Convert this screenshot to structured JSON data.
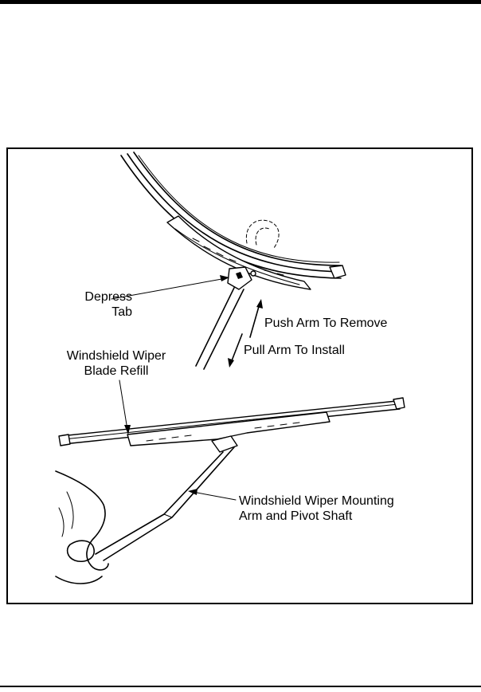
{
  "figure": {
    "labels": {
      "depress_tab": [
        "Depress",
        "Tab"
      ],
      "push_arm": "Push Arm To Remove",
      "pull_arm": "Pull Arm To Install",
      "blade_refill": [
        "Windshield Wiper",
        "Blade Refill"
      ],
      "mounting_arm": [
        "Windshield Wiper Mounting",
        "Arm and Pivot Shaft"
      ]
    }
  }
}
